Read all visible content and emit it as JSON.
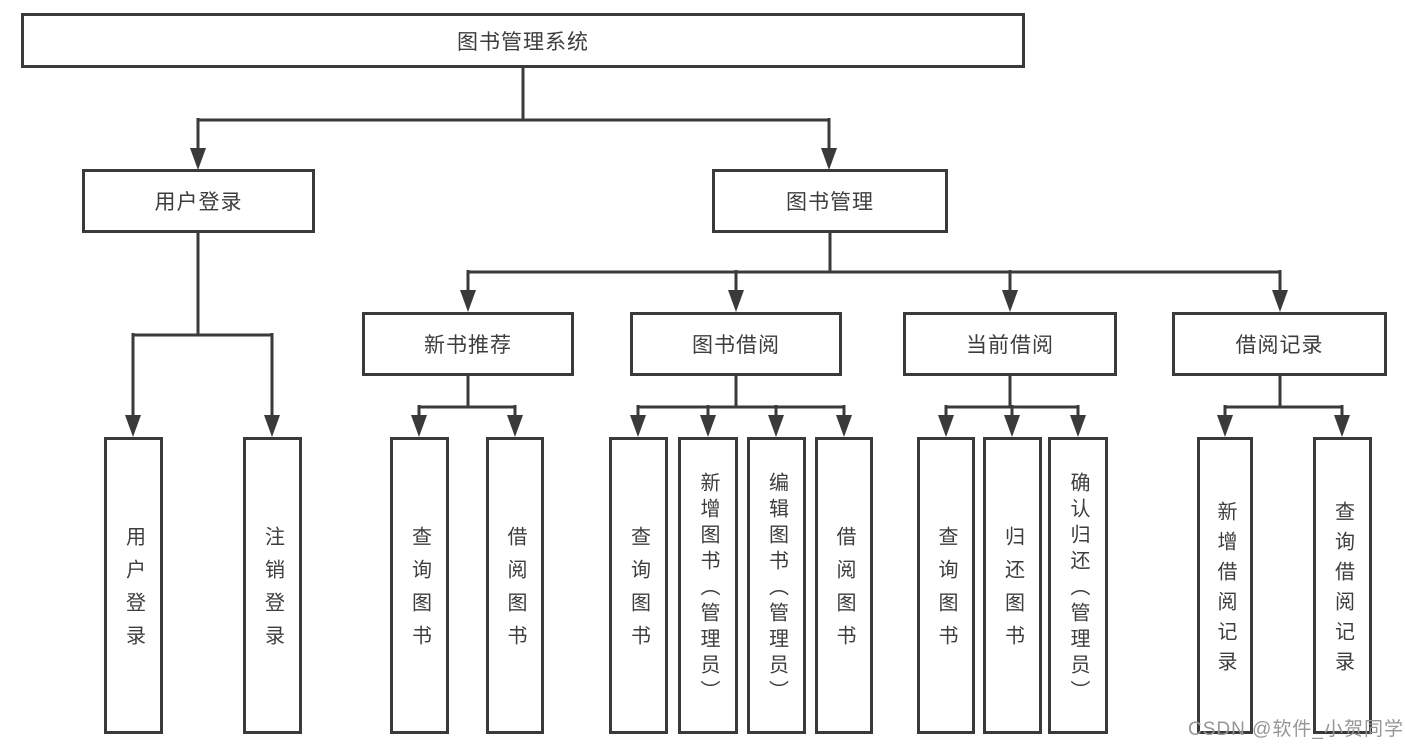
{
  "tree": {
    "root": {
      "label": "图书管理系统"
    },
    "login": {
      "label": "用户登录",
      "children": [
        {
          "label": "用户登录"
        },
        {
          "label": "注销登录"
        }
      ]
    },
    "management": {
      "label": "图书管理",
      "groups": [
        {
          "label": "新书推荐",
          "children": [
            {
              "label": "查询图书"
            },
            {
              "label": "借阅图书"
            }
          ]
        },
        {
          "label": "图书借阅",
          "children": [
            {
              "label": "查询图书"
            },
            {
              "label": "新增图书（管理员）"
            },
            {
              "label": "编辑图书（管理员）"
            },
            {
              "label": "借阅图书"
            }
          ]
        },
        {
          "label": "当前借阅",
          "children": [
            {
              "label": "查询图书"
            },
            {
              "label": "归还图书"
            },
            {
              "label": "确认归还（管理员）"
            }
          ]
        },
        {
          "label": "借阅记录",
          "children": [
            {
              "label": "新增借阅记录"
            },
            {
              "label": "查询借阅记录"
            }
          ]
        }
      ]
    }
  },
  "watermark": "CSDN @软件_小贺同学",
  "colors": {
    "line": "#3a3a3a",
    "text": "#3d3d3d",
    "watermark": "#969696",
    "background": "#ffffff"
  }
}
